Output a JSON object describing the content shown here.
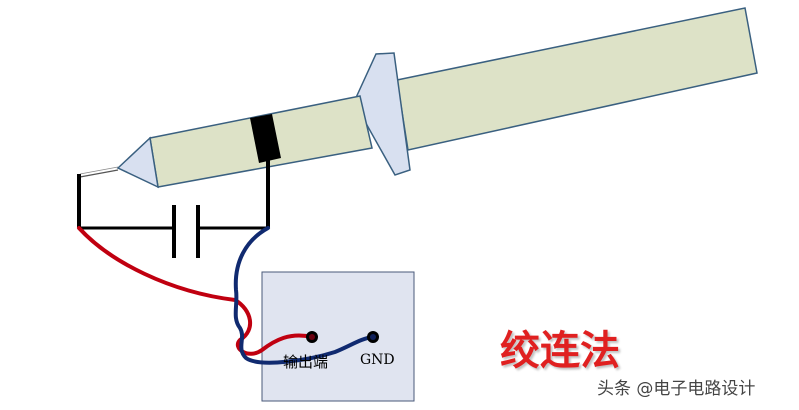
{
  "labels": {
    "output_terminal": "输出端",
    "gnd": "GND",
    "method": "绞连法",
    "watermark": "头条 @电子电路设计"
  },
  "colors": {
    "probe_body": "#dde2c7",
    "probe_outline": "#3a6080",
    "tip_fill": "#d8e0f0",
    "band": "#000000",
    "signal_wire": "#c00010",
    "ground_wire": "#102a70",
    "board_fill": "#e0e4f0",
    "title": "#e02020"
  },
  "icons": {
    "capacitor": "capacitor-symbol",
    "probe": "oscilloscope-probe"
  }
}
